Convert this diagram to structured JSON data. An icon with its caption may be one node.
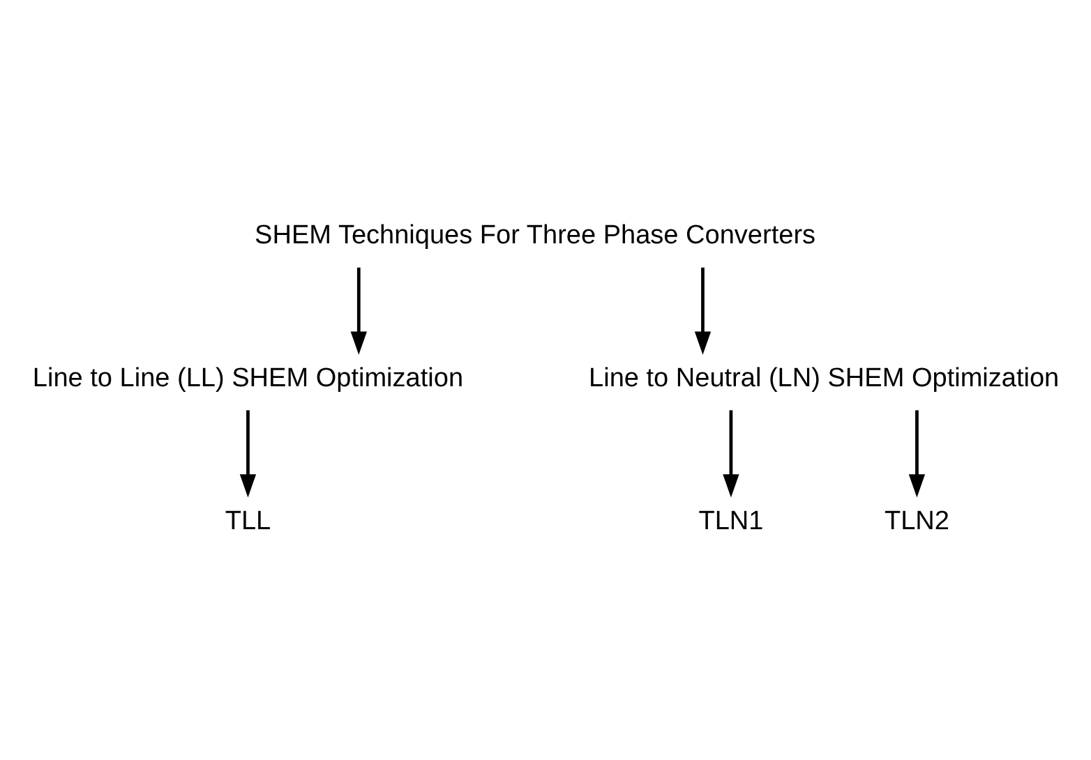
{
  "diagram": {
    "nodes": [
      {
        "text": [
          "SHEM Techniques For Three Phase Converters"
        ]
      },
      {
        "text": [
          "Line to Line (LL) SHEM Optimization"
        ]
      },
      {
        "text": [
          "Line to Neutral (LN) SHEM Optimization"
        ]
      },
      {
        "text": [
          "TLL"
        ]
      },
      {
        "text": [
          "TLN1"
        ]
      },
      {
        "text": [
          "TLN2"
        ]
      }
    ],
    "edges": [
      {
        "from": 0,
        "to": 1,
        "arrow": "to"
      },
      {
        "from": 0,
        "to": 2,
        "arrow": "to"
      },
      {
        "from": 1,
        "to": 3,
        "arrow": "to"
      },
      {
        "from": 2,
        "to": 4,
        "arrow": "to"
      },
      {
        "from": 2,
        "to": 5,
        "arrow": "to"
      }
    ]
  }
}
